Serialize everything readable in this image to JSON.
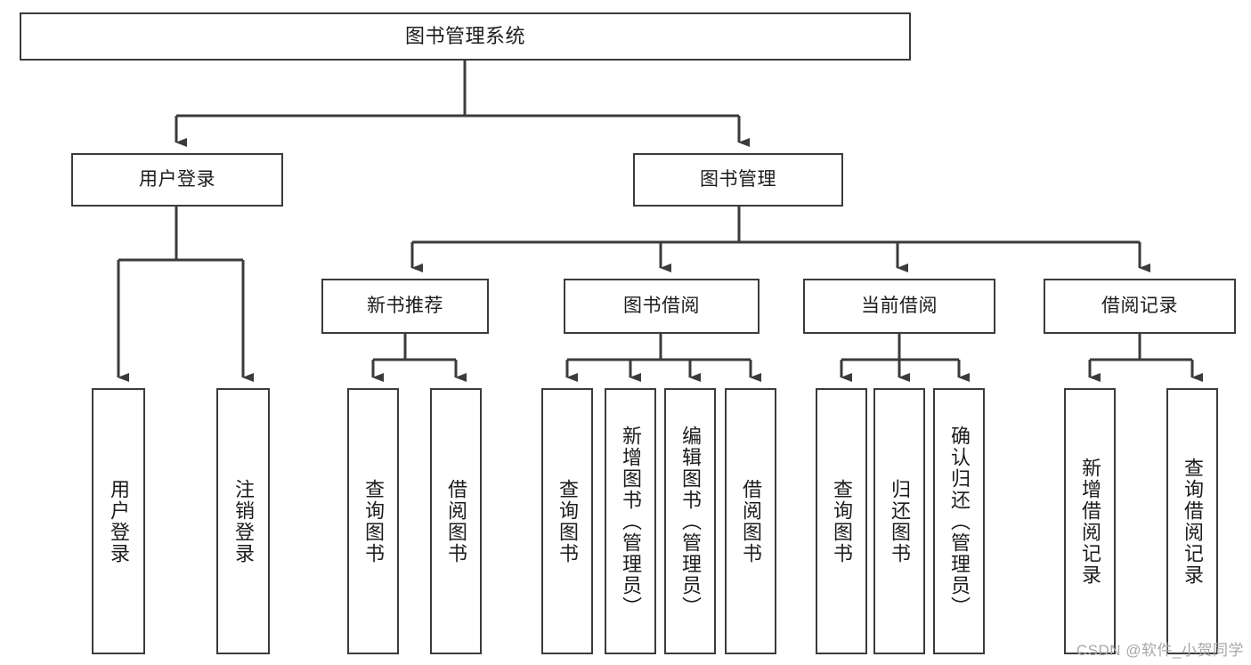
{
  "diagram": {
    "type": "tree-hierarchy-diagram",
    "title": "图书管理系统",
    "watermark": "CSDN @软件_小贺同学",
    "colors": {
      "background": "#ffffff",
      "node_border": "#3b3b3b",
      "node_fill": "#ffffff",
      "connector": "#3b3b3b",
      "text": "#1c1c1c",
      "watermark": "#a8a8a8"
    },
    "levels": {
      "root": {
        "label": "图书管理系统"
      },
      "level2": [
        {
          "label": "用户登录"
        },
        {
          "label": "图书管理"
        }
      ],
      "level3": [
        {
          "label": "新书推荐"
        },
        {
          "label": "图书借阅"
        },
        {
          "label": "当前借阅"
        },
        {
          "label": "借阅记录"
        }
      ],
      "leaves": {
        "user_login": [
          {
            "label": "用户登录"
          },
          {
            "label": "注销登录"
          }
        ],
        "new_book_recommend": [
          {
            "label": "查询图书"
          },
          {
            "label": "借阅图书"
          }
        ],
        "book_borrow": [
          {
            "label": "查询图书"
          },
          {
            "label": "新增图书（管理员）"
          },
          {
            "label": "编辑图书（管理员）"
          },
          {
            "label": "借阅图书"
          }
        ],
        "current_borrow": [
          {
            "label": "查询图书"
          },
          {
            "label": "归还图书"
          },
          {
            "label": "确认归还（管理员）"
          }
        ],
        "borrow_records": [
          {
            "label": "新增借阅记录"
          },
          {
            "label": "查询借阅记录"
          }
        ]
      }
    }
  }
}
